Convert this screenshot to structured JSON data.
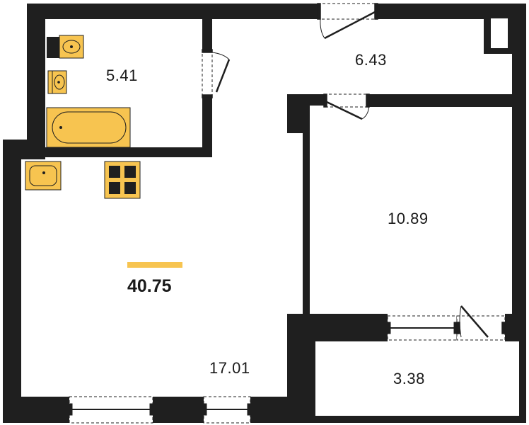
{
  "plan": {
    "total_area": "40.75",
    "accent_color": "#f7c450",
    "wall_color": "#1f1f1f",
    "rooms": [
      {
        "id": "bathroom",
        "area": "5.41"
      },
      {
        "id": "hallway",
        "area": "6.43"
      },
      {
        "id": "bedroom",
        "area": "10.89"
      },
      {
        "id": "living-kitchen",
        "area": "17.01"
      },
      {
        "id": "balcony",
        "area": "3.38"
      }
    ],
    "fixtures": [
      "toilet-icon",
      "bathroom-sink-icon",
      "bathtub-icon",
      "kitchen-sink-icon",
      "stove-icon"
    ]
  }
}
